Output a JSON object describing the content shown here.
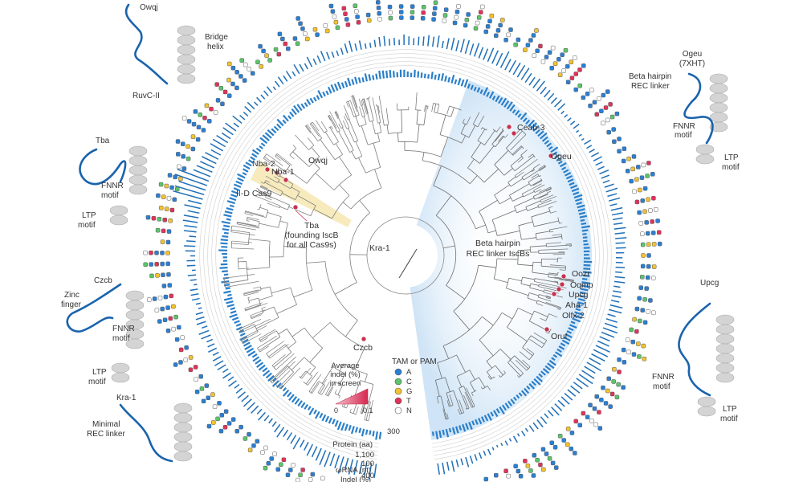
{
  "colors": {
    "bar_blue": "#1f6fb8",
    "ring_blue": "#2a7fc9",
    "highlight_blue": "#d6e9f8",
    "highlight_yellow": "#f6e7b2",
    "protein_blue": "#1a63ad",
    "helix_gray": "#d4d4d4",
    "label_red": "#c8324f",
    "tree_gray": "#8a8a8a",
    "text_dark": "#333333"
  },
  "tree_labels": {
    "nba2": "Nba-2",
    "nba1": "Nba-1",
    "owqj": "Owqj",
    "iid_cas9": "II-D Cas9",
    "tba_l1": "Tba",
    "tba_l2": "(founding IscB",
    "tba_l3": "for all Cas9s)",
    "kra1": "Kra-1",
    "czcb": "Czcb",
    "ceab3": "Ceab-3",
    "ogeu": "Ogeu",
    "beta_l1": "Beta hairpin",
    "beta_l2": "REC linker IscBs",
    "oozr": "Oozr",
    "oqmp": "Oqmp",
    "upcg": "Upcg",
    "aha1": "Aha-1",
    "olfx2": "Olfx-2",
    "oruf": "Oruf"
  },
  "structures": {
    "owqj": "Owqj",
    "bridge_l1": "Bridge",
    "bridge_l2": "helix",
    "ruvc": "RuvC-II",
    "ogeu_l1": "Ogeu",
    "ogeu_l2": "(7XHT)",
    "bh_l1": "Beta hairpin",
    "bh_l2": "REC linker",
    "fnnr": "FNNR",
    "motif": "motif",
    "ltp": "LTP",
    "tba": "Tba",
    "czcb": "Czcb",
    "zinc_l1": "Zinc",
    "zinc_l2": "finger",
    "kra1": "Kra-1",
    "minimal_l1": "Minimal",
    "minimal_l2": "REC linker",
    "upcg": "Upcg"
  },
  "legend": {
    "tam_title_l1": "TAM or PAM",
    "bases": [
      {
        "label": "A",
        "color": "#2a7fd4"
      },
      {
        "label": "C",
        "color": "#5cc36a"
      },
      {
        "label": "G",
        "color": "#f2c230"
      },
      {
        "label": "T",
        "color": "#e0335a"
      },
      {
        "label": "N",
        "color": "#ffffff"
      }
    ],
    "indel_l1": "Average",
    "indel_l2": "indel (%)",
    "indel_l3": "in screen",
    "indel_min": "0",
    "indel_max": "0.1"
  },
  "ring_axis": {
    "protein_max": "300",
    "protein_label": "Protein (aa)",
    "rna_max": "1,100",
    "rna_mid": "100",
    "rna_label": "ωRNA (nt)",
    "indel_max": "400",
    "indel_label": "Indel (%)"
  }
}
